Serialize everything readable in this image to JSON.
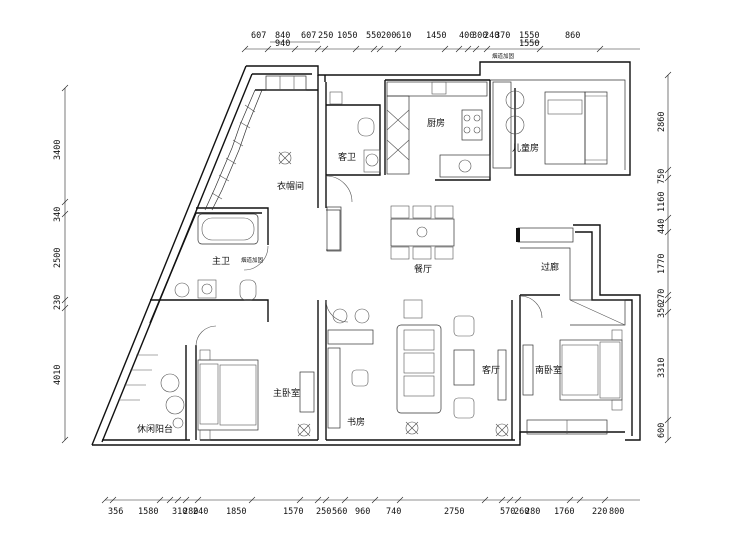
{
  "rooms": {
    "closet": "衣帽间",
    "guest_bath": "客卫",
    "kitchen": "厨房",
    "kids_room": "儿童房",
    "dining": "餐厅",
    "master_bath": "主卫",
    "corridor": "过廊",
    "master_bedroom": "主卧室",
    "study": "书房",
    "living": "客厅",
    "south_bedroom": "南卧室",
    "leisure_balcony": "休闲阳台"
  },
  "notes": {
    "flue_top": "烟道加固",
    "flue_mid": "烟道加固"
  },
  "dims_top_row1": [
    "607",
    "840",
    "607",
    "250",
    "1050",
    "550",
    "200",
    "610",
    "1450",
    "400",
    "300",
    "240",
    "370",
    "1550",
    "860"
  ],
  "dims_top_row2": [
    "940",
    "1550"
  ],
  "dims_bottom": [
    "356",
    "1580",
    "310",
    "280",
    "240",
    "1850",
    "1570",
    "250",
    "560",
    "960",
    "740",
    "2750",
    "570",
    "260",
    "280",
    "1760",
    "220",
    "800"
  ],
  "dims_left": [
    "3400",
    "340",
    "2500",
    "230",
    "4010"
  ],
  "dims_right": [
    "2860",
    "750",
    "1160",
    "440",
    "1770",
    "270",
    "350",
    "3310",
    "600"
  ]
}
